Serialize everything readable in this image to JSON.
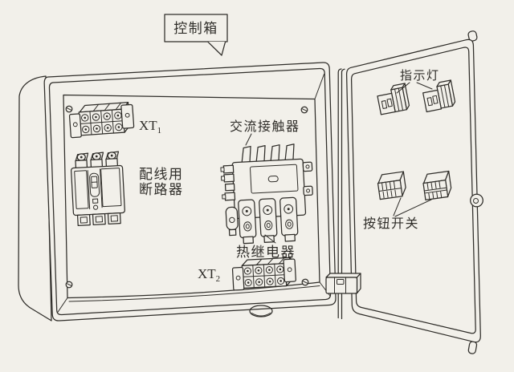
{
  "labels": {
    "callout": "控制箱",
    "xt1": {
      "base": "XT",
      "sub": "1"
    },
    "breaker": {
      "line1": "配线用",
      "line2": "断路器"
    },
    "contactor": "交流接触器",
    "relay": "热继电器",
    "xt2": {
      "base": "XT",
      "sub": "2"
    },
    "indicator": "指示灯",
    "pushbutton": "按钮开关"
  },
  "colors": {
    "ink": "#2f2d29",
    "paper": "#f2f0ea"
  }
}
